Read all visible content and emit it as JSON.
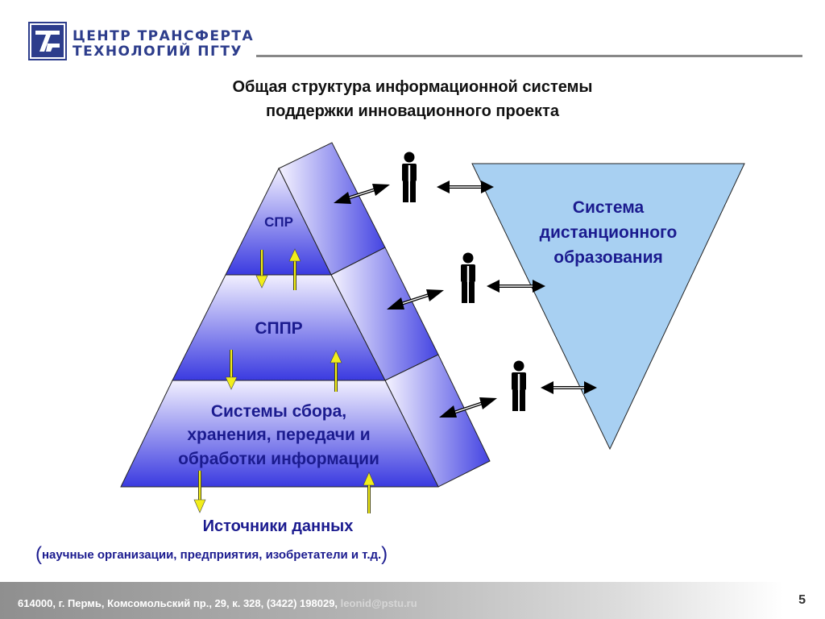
{
  "header": {
    "org_line1": "ЦЕНТР ТРАНСФЕРТА",
    "org_line2": "ТЕХНОЛОГИЙ ПГТУ",
    "logo_icon": "tt-monogram-logo"
  },
  "title": {
    "line1": "Общая структура информационной системы",
    "line2": "поддержки инновационного проекта"
  },
  "pyramid": {
    "top_label": "СПР",
    "middle_label": "СППР",
    "bottom_label_lines": [
      "Системы сбора,",
      "хранения, передачи и",
      "обработки информации"
    ]
  },
  "distance_system": {
    "label_lines": [
      "Система",
      "дистанционного",
      "образования"
    ],
    "fill_color": "#a8d0f2"
  },
  "sources": {
    "title": "Источники данных",
    "paren_open": "(",
    "subtitle": "научные организации, предприятия, изобретатели и т.д.",
    "paren_close": ")"
  },
  "footer": {
    "address": "614000, г. Пермь, Комсомольский пр., 29, к. 328, (3422) 198029,",
    "email": "leonid@pstu.ru",
    "page_number": "5"
  },
  "colors": {
    "pyramid_blue": "#3a3ae0",
    "flow_arrow": "#f2ee1a",
    "title_blue": "#1b1b8f",
    "logo_blue": "#2d3d8c"
  },
  "icons": [
    "person-icon",
    "double-arrow-icon",
    "flow-arrow-icon"
  ]
}
